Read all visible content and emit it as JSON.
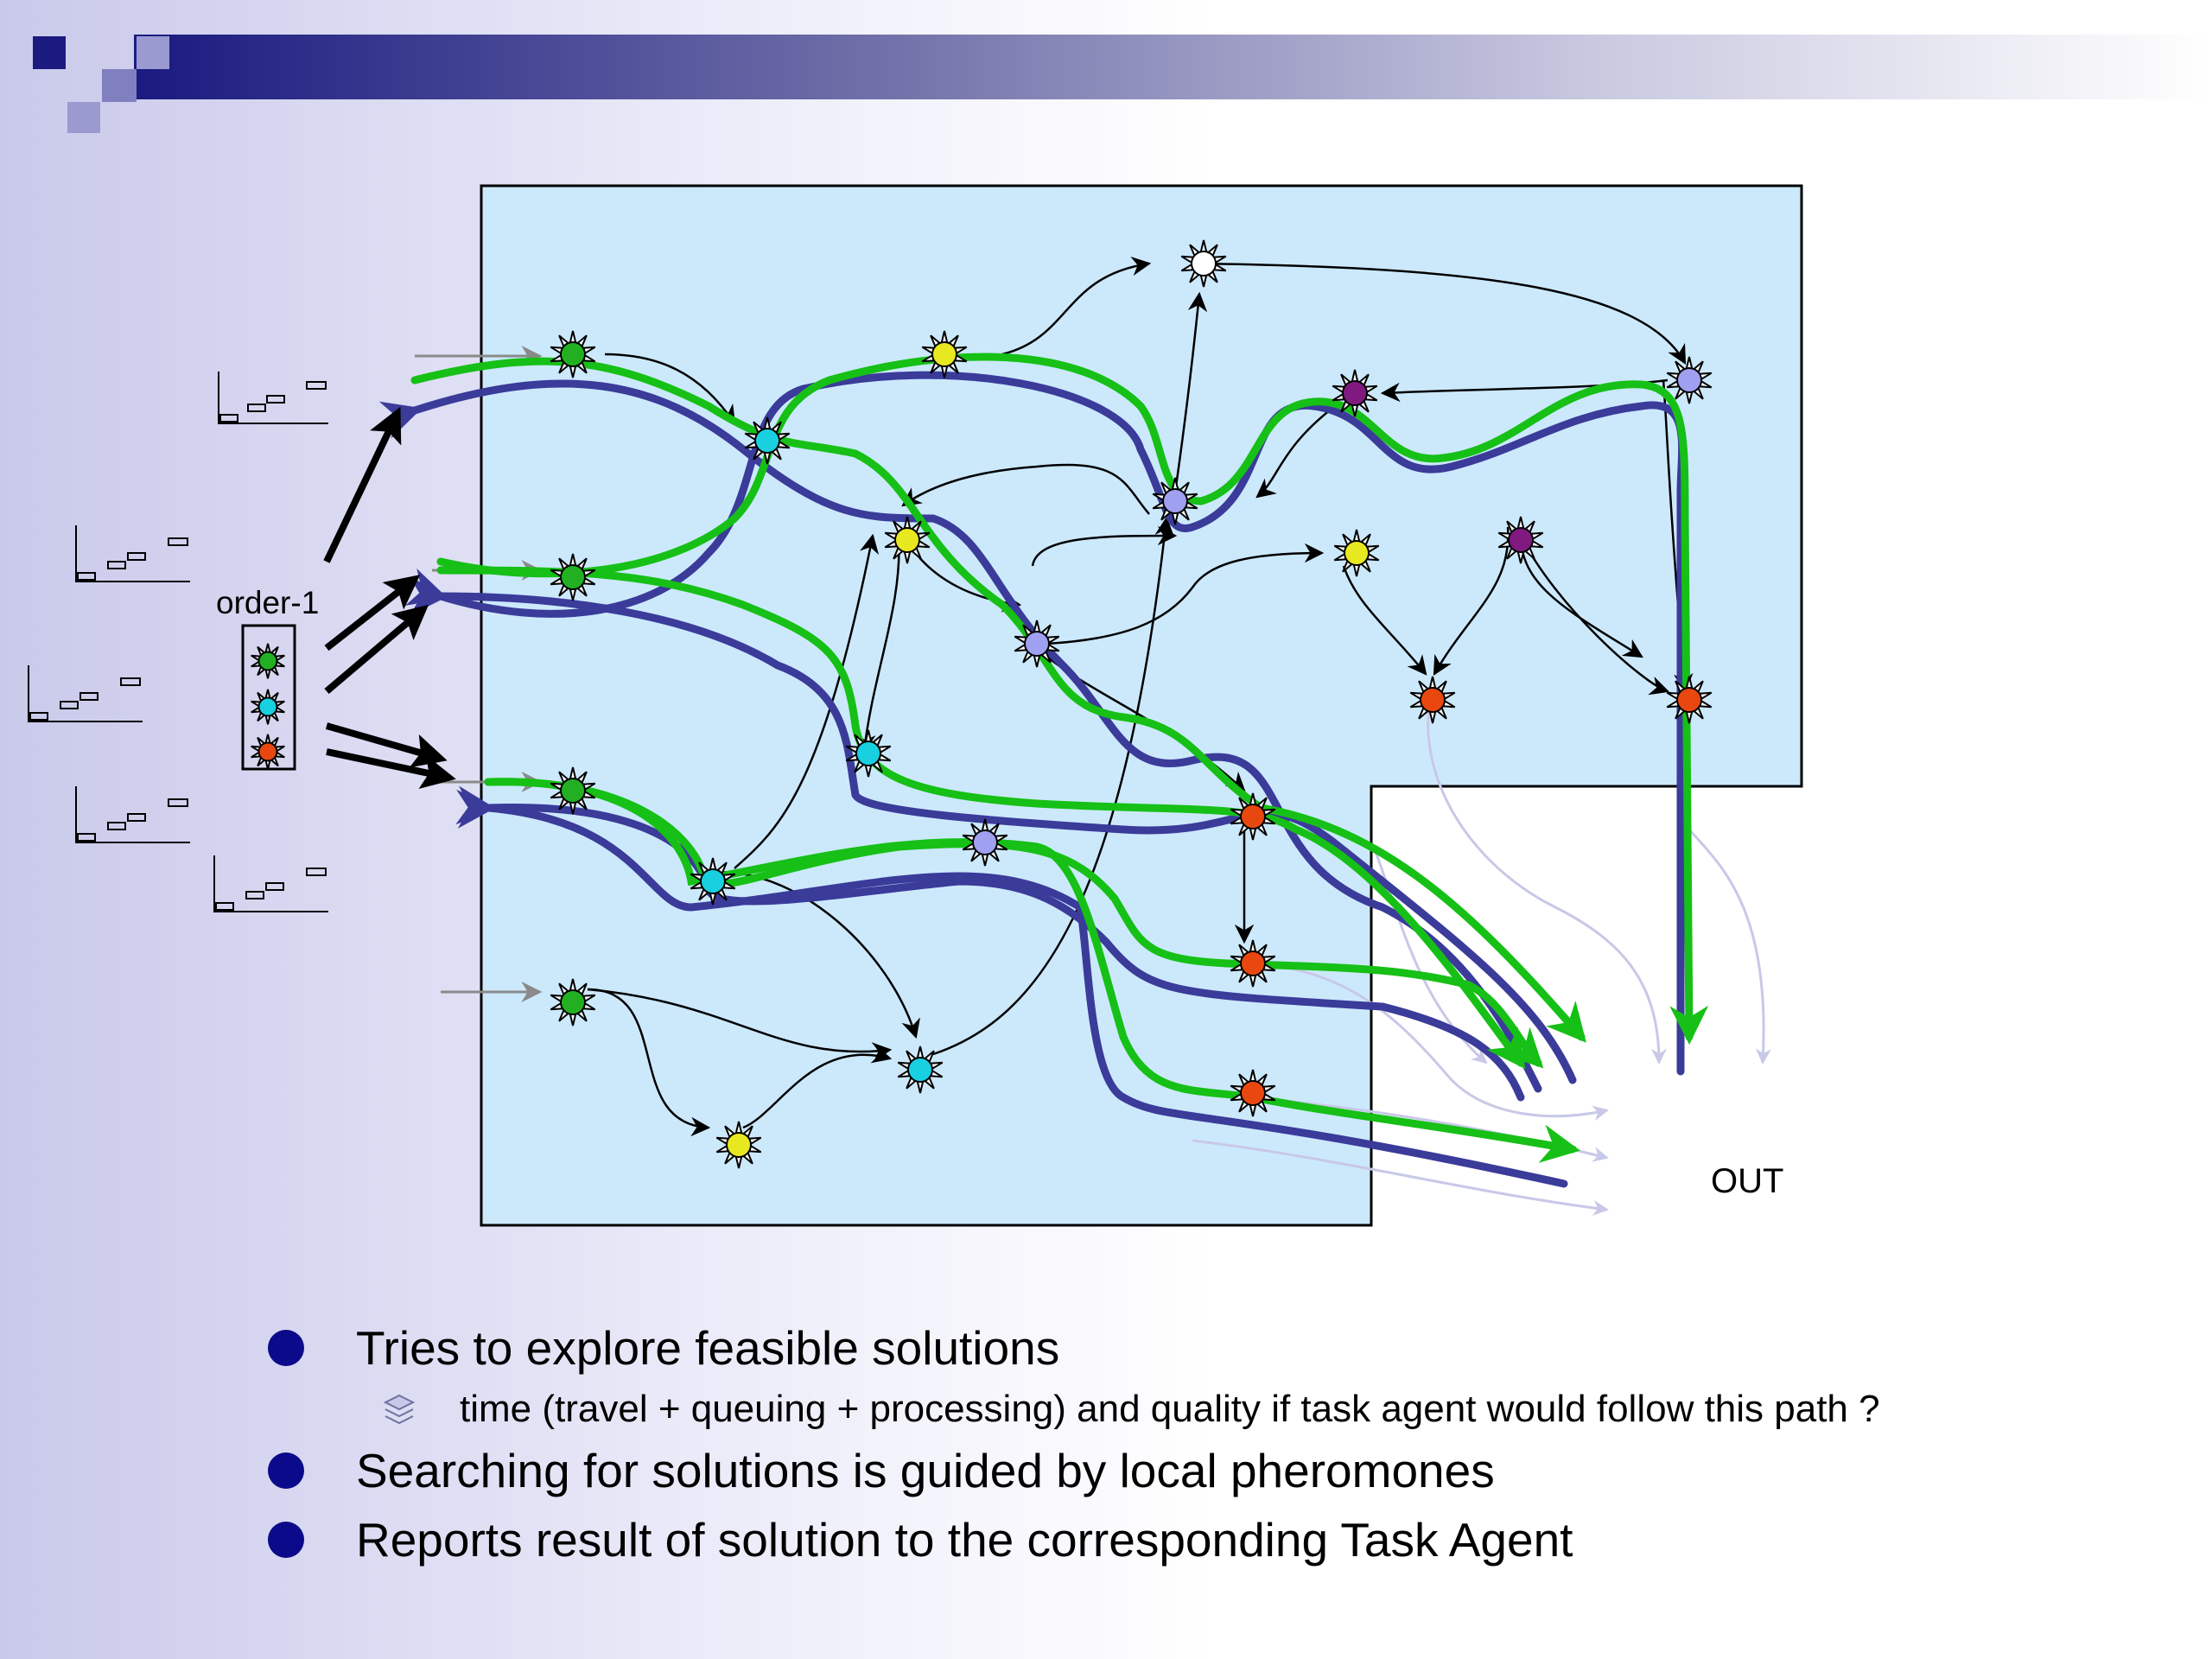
{
  "diagram": {
    "order_label": "order-1",
    "out_label": "OUT"
  },
  "bullets": [
    {
      "text": "Tries to explore feasible solutions"
    },
    {
      "text": "Searching for solutions is guided by local pheromones"
    },
    {
      "text": "Reports result of solution to the corresponding Task Agent"
    }
  ],
  "sub_bullets": [
    {
      "text": "time (travel + queuing + processing) and quality if task agent would follow this path ?"
    }
  ],
  "colors": {
    "region_fill": "#cce9fc",
    "ant_path_green": "#16c016",
    "ant_path_blue": "#3b3b9a",
    "bullet": "#0a0a8a",
    "header_dark": "#1a1a80"
  },
  "node_colors": [
    "#22b022",
    "#e8e820",
    "#18d0e0",
    "#ffffff",
    "#a0a0f0",
    "#801a80",
    "#e84810"
  ]
}
